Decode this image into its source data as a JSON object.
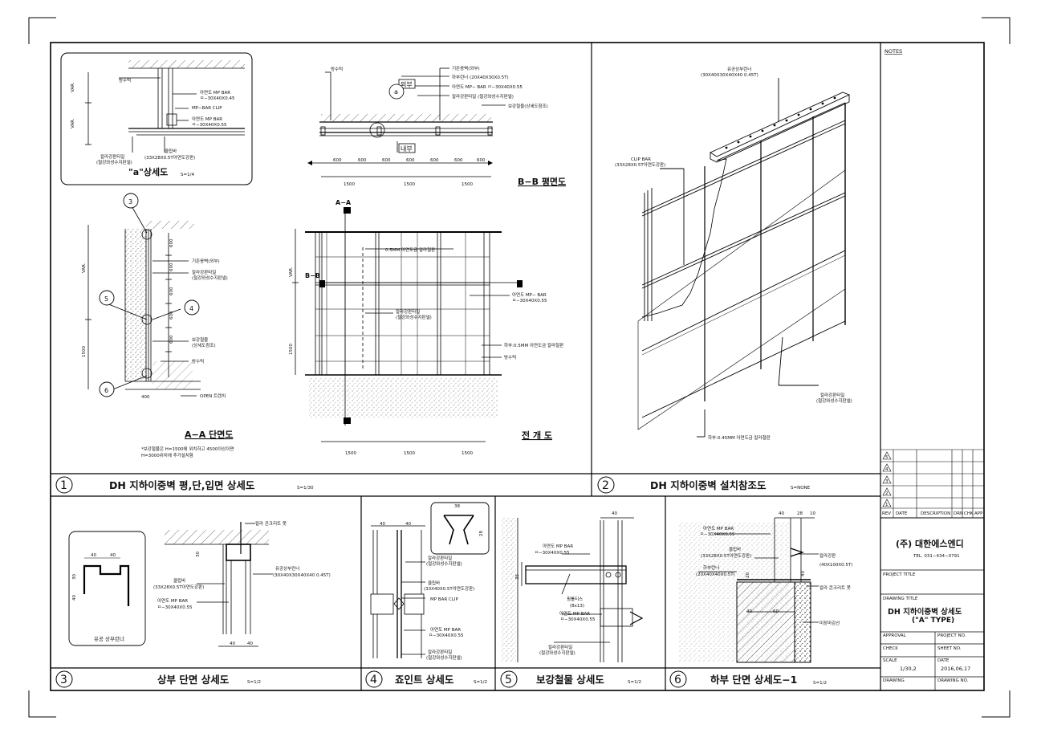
{
  "notes_header": "NOTES",
  "panel1": {
    "number": "1",
    "title": "DH 지하이중벽 평,단,입면 상세도",
    "scale": "S=1/30",
    "detail_a": {
      "title": "\"a\"상세도",
      "scale": "S=1/4",
      "labels": [
        "방수턱",
        "아연도 MP BAR",
        "ㅁ−30X40X0.45",
        "MP−BAR CLIP",
        "아연도 MP BAR",
        "ㅁ−30X40X0.55",
        "칼라강판타일",
        "(철강와성수지판넬)",
        "클립바",
        "(33X28X0.5T아연도강판)"
      ],
      "dims": [
        "VAR.",
        "VAR."
      ]
    },
    "plan_bb": {
      "title": "B−B 평면도",
      "labels": [
        "방수턱",
        "기존옹벽(외부)",
        "하부런너 (20X40X30X0.5T)",
        "아연도 MP− BAR  ㅁ−30X40X0.55",
        "칼라강판타일 (철강와성수지판넬)",
        "보강철물(상세도참조)"
      ],
      "tags": [
        "외부",
        "내부"
      ],
      "callout": "a",
      "dims_top": [
        "600",
        "600",
        "600",
        "600",
        "600",
        "600",
        "600"
      ],
      "dims_bottom": [
        "1500",
        "1500",
        "1500"
      ]
    },
    "section_aa": {
      "title": "A−A 단면도",
      "markers": [
        "3",
        "4",
        "5",
        "6"
      ],
      "labels": [
        "기존옹벽(외부)",
        "칼라강판타일",
        "(철강와성수지판넬)",
        "보강철물",
        "(상세도참조)",
        "방수턱",
        "OPEN 트렌치"
      ],
      "dims": [
        "600",
        "600",
        "600",
        "600",
        "600",
        "VAR.",
        "1500",
        "400"
      ],
      "note1": "*보강철물은 H=1500에 위치하고 4500이상이면",
      "note2": "H=3000위치에 추가설치함"
    },
    "elevation": {
      "title": "전  개  도",
      "cut_aa": "A−A",
      "cut_bb": "B−B",
      "labels": [
        "0.5MM 아연도금 칼라철판",
        "아연도 MP− BAR",
        "ㅁ−30X40X0.55",
        "칼라강판타일",
        "(철강와성수지판넬)",
        "하부:0.5MM 아연도금 칼라철판",
        "방수턱"
      ],
      "dims_side": [
        "VAR.",
        "1500"
      ],
      "dims_bottom": [
        "1500",
        "1500",
        "1500"
      ]
    }
  },
  "panel2": {
    "number": "2",
    "title": "DH 지하이중벽 설치참조도",
    "scale": "S=NONE",
    "labels": [
      "유공상부런너",
      "(30X40X30X40X40 0.45T)",
      "CLIP BAR",
      "(33X28X0.5T아연도강판)",
      "칼라강판타일",
      "(철강와성수지판넬)",
      "하부:0.45MM 아연도금 칼라철판"
    ]
  },
  "panel3": {
    "number": "3",
    "title": "상부 단면 상세도",
    "scale": "S=1/2",
    "inset_label": "유공 상부런너",
    "labels": [
      "칼라 콘크리트 못",
      "유공상부런너",
      "(30X40X30X40X40 0.45T)",
      "클립바",
      "(33X28X0.5T아연도강판)",
      "아연도 MP BAR",
      "ㅁ−30X40X0.55"
    ],
    "dims": [
      "40",
      "40",
      "30",
      "40",
      "40",
      "30",
      "40"
    ]
  },
  "panel4": {
    "number": "4",
    "title": "죠인트 상세도",
    "scale": "S=1/2",
    "labels": [
      "칼라강판타일",
      "(철강와성수지판넬)",
      "클립바",
      "(33X40X0.5T아연도강판)",
      "MP BAR CLIP",
      "아연도 MP BAR",
      "ㅁ−30X40X0.55",
      "칼라강판타일",
      "(철강와성수지판넬)"
    ],
    "dims": [
      "40",
      "40",
      "38",
      "28"
    ]
  },
  "panel5": {
    "number": "5",
    "title": "보강철물 상세도",
    "scale": "S=1/2",
    "labels": [
      "아연도 MP BAR",
      "ㅁ−30X40X0.55",
      "핑롤티스",
      "(8x13)",
      "아연도 MP BAR",
      "ㅁ−30X40X0.55",
      "칼라강판타일",
      "(철강와성수지판넬)"
    ],
    "dims": [
      "40",
      "35"
    ]
  },
  "panel6": {
    "number": "6",
    "title": "하부 단면 상세도−1",
    "scale": "S=1/2",
    "labels": [
      "아연도 MP BAR",
      "ㅁ−30X40X0.55",
      "클립바",
      "(33X28X0.5T아연도강판)",
      "하부런너",
      "(20X40X40X0.5T)",
      "칼라강판",
      "(40X100X0.5T)",
      "칼라 콘크리트 못",
      "미장마감선"
    ],
    "dims": [
      "40",
      "28",
      "10",
      "40",
      "40",
      "60",
      "20"
    ]
  },
  "revision_table": {
    "headers": [
      "REV",
      "DATE",
      "DESCRIPTION",
      "DRN",
      "CHK",
      "APP"
    ],
    "rows": [
      "5",
      "4",
      "3",
      "2",
      "1"
    ]
  },
  "title_block": {
    "company": "(주) 대한에스엔디",
    "tel": "TEL. 031−434−0791",
    "project_title_label": "PROJECT TITLE",
    "drawing_title_label": "DRAWING TITLE",
    "drawing_title_1": "DH 지하이중벽 상세도",
    "drawing_title_2": "(\"A\" TYPE)",
    "approval_label": "APPROVAL",
    "project_no_label": "PROJECT NO.",
    "check_label": "CHECK",
    "sheet_no_label": "SHEET NO.",
    "scale_label": "SCALE",
    "scale_value": "1/30,2",
    "date_label": "DATE",
    "date_value": "2016,06,17",
    "drawing_label": "DRAWING",
    "drawing_no_label": "DRAWING NO."
  }
}
